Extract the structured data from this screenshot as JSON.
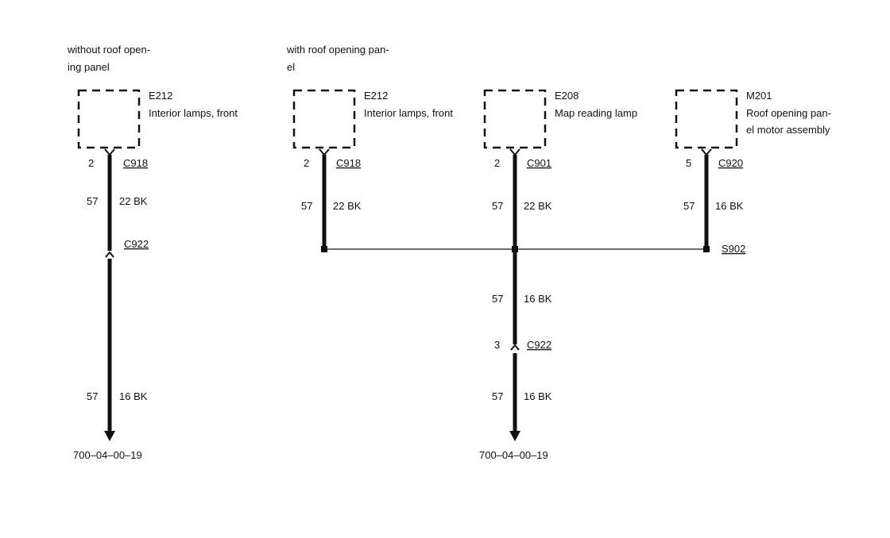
{
  "left": {
    "caption": [
      "without roof open-",
      "ing panel"
    ],
    "component": {
      "id": "E212",
      "desc": [
        "Interior lamps, front"
      ]
    },
    "pin_top": "2",
    "connector_top": "C918",
    "circuit_upper": "57",
    "wire_upper": "22 BK",
    "connector_mid": "C922",
    "circuit_lower": "57",
    "wire_lower": "16 BK",
    "ref": "700–04–00–19"
  },
  "right": {
    "caption": [
      "with roof opening pan-",
      "el"
    ],
    "components": [
      {
        "id": "E212",
        "desc": [
          "Interior lamps, front"
        ],
        "pin": "2",
        "connector": "C918",
        "circuit": "57",
        "wire": "22 BK"
      },
      {
        "id": "E208",
        "desc": [
          "Map reading lamp"
        ],
        "pin": "2",
        "connector": "C901",
        "circuit": "57",
        "wire": "22 BK"
      },
      {
        "id": "M201",
        "desc": [
          "Roof opening pan-",
          "el motor assembly"
        ],
        "pin": "5",
        "connector": "C920",
        "circuit": "57",
        "wire": "16 BK"
      }
    ],
    "splice": "S902",
    "circuit_mid": "57",
    "wire_mid": "16 BK",
    "pin_lower": "3",
    "connector_lower": "C922",
    "circuit_bottom": "57",
    "wire_bottom": "16 BK",
    "ref": "700–04–00–19"
  }
}
